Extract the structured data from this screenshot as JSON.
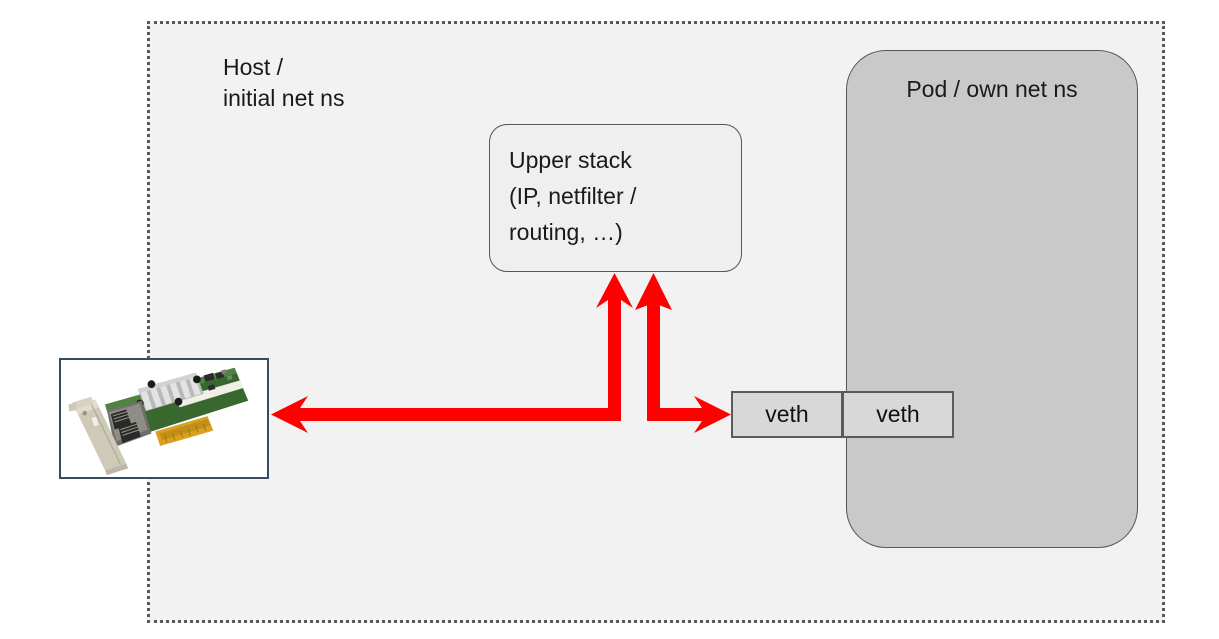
{
  "diagram": {
    "title_regions": {
      "host": {
        "label": "Host /\ninitial net ns",
        "border_style": "dotted",
        "border_color": "#595959",
        "fill": "#F2F2F2"
      },
      "pod": {
        "label": "Pod / own net ns",
        "fill": "#C9C9C9",
        "border_color": "#575757"
      }
    },
    "nodes": {
      "upper_stack": {
        "label": "Upper stack\n(IP,  netfilter /\nrouting, …)",
        "fill": "#EFEFEF",
        "border_color": "#575757"
      },
      "veth_host": {
        "label": "veth",
        "fill": "#D8D8D8",
        "border_color": "#5B5B5B"
      },
      "veth_pod": {
        "label": "veth",
        "fill": "#D8D8D8",
        "border_color": "#5B5B5B"
      },
      "nic": {
        "alt": "network-interface-card-photo",
        "frame_border_color": "#3B4A63"
      }
    },
    "arrows": {
      "color": "#FF0000",
      "items": [
        {
          "name": "nic-to-upper-stack",
          "from": "nic",
          "to": "upper-stack",
          "description": "elbow arrow: up from horizontal line into bottom of Upper stack, plus leftward head into NIC"
        },
        {
          "name": "upper-stack-to-veth",
          "from": "upper-stack",
          "to": "veth-host",
          "description": "elbow arrow: up into bottom of Upper stack, and rightward head into host-side veth"
        }
      ]
    }
  }
}
